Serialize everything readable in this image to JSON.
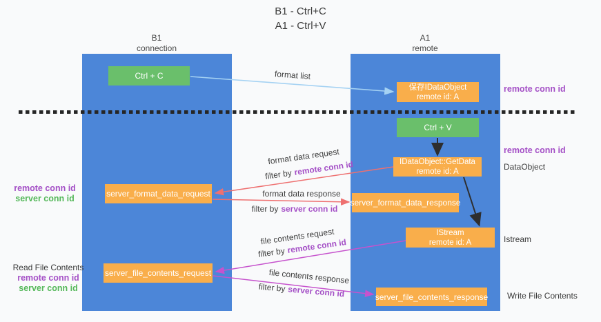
{
  "title": {
    "line1": "B1 - Ctrl+C",
    "line2": "A1 - Ctrl+V"
  },
  "lanes": {
    "left": {
      "name": "B1",
      "role": "connection"
    },
    "right": {
      "name": "A1",
      "role": "remote"
    }
  },
  "nodes": {
    "ctrl_c": {
      "label": "Ctrl + C"
    },
    "save_idataobject": {
      "line1": "保存IDataObject",
      "line2": "remote id: A"
    },
    "ctrl_v": {
      "label": "Ctrl + V"
    },
    "getdata": {
      "line1": "IDataObject::GetData",
      "line2": "remote id: A"
    },
    "server_format_data_request": {
      "label": "server_format_data_request"
    },
    "server_format_data_response": {
      "label": "server_format_data_response"
    },
    "istream": {
      "line1": "IStream",
      "line2": "remote id: A"
    },
    "server_file_contents_request": {
      "label": "server_file_contents_request"
    },
    "server_file_contents_response": {
      "label": "server_file_contents_response"
    }
  },
  "edges": {
    "format_list": {
      "label": "format list"
    },
    "format_data_request": {
      "label": "format data request",
      "filter_prefix": "filter by",
      "filter_key": "remote conn id"
    },
    "format_data_response": {
      "label": "format data response",
      "filter_prefix": "filter by",
      "filter_key": "server conn id"
    },
    "file_contents_request": {
      "label": "file contents request",
      "filter_prefix": "filter by",
      "filter_key": "remote conn id"
    },
    "file_contents_response": {
      "label": "file contents response",
      "filter_prefix": "filter by",
      "filter_key": "server conn id"
    }
  },
  "annotations": {
    "right_remote_conn_id_top": "remote conn id",
    "right_remote_conn_id_mid": "remote conn id",
    "data_object": "DataObject",
    "istream": "Istream",
    "write_file_contents": "Write File Contents",
    "left_remote_conn_id_top": "remote conn id",
    "left_server_conn_id_top": "server conn id",
    "read_file_contents": "Read File Contents",
    "left_remote_conn_id_bottom": "remote conn id",
    "left_server_conn_id_bottom": "server conn id"
  },
  "colors": {
    "lane_blue": "#4c86d8",
    "node_green": "#6abf6b",
    "node_orange": "#f9ae4b",
    "arrow_light_blue": "#a5d2f3",
    "arrow_red": "#ee7070",
    "arrow_magenta": "#c653cd",
    "arrow_black": "#2e2e2e",
    "conn_id_purple": "#a44fc6",
    "conn_id_green": "#55b85a"
  }
}
